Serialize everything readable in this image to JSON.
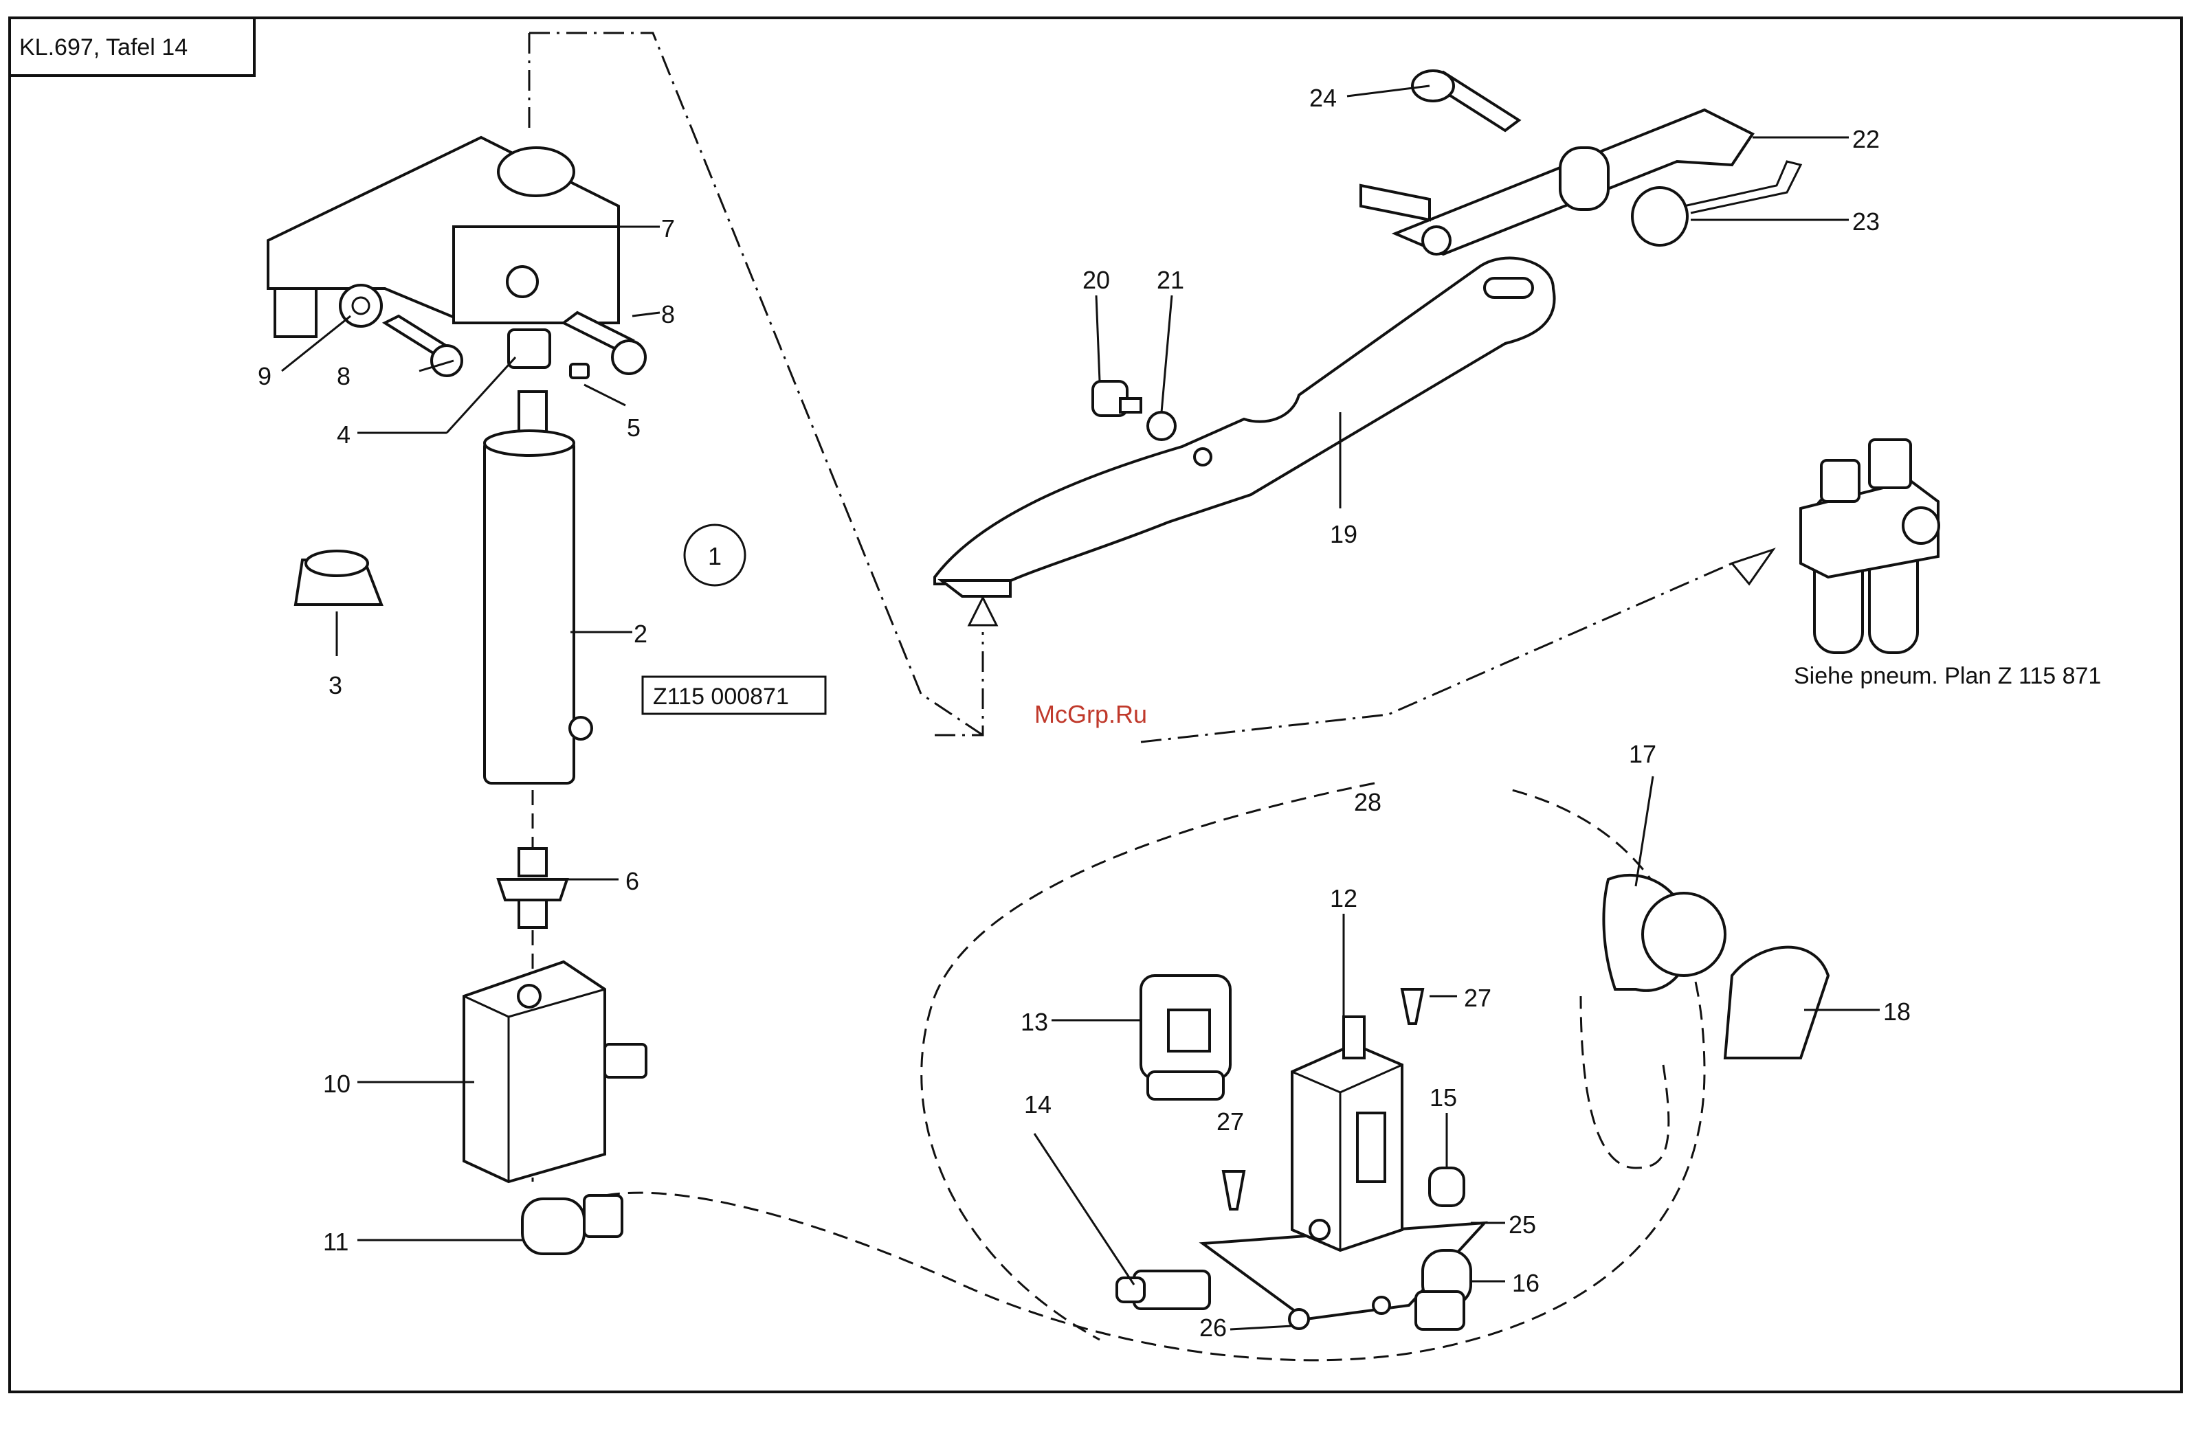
{
  "title_box": "KL.697, Tafel 14",
  "drawing_number": "Z115 000871",
  "view_marker": "1",
  "watermark": "McGrp.Ru",
  "note": "Siehe  pneum. Plan Z 115 871",
  "callouts": {
    "c1": "2",
    "c2": "3",
    "c3": "4",
    "c4": "5",
    "c5": "6",
    "c6": "7",
    "c7": "8",
    "c8": "8",
    "c9": "9",
    "c10": "10",
    "c11": "11",
    "c12": "12",
    "c13": "13",
    "c14": "14",
    "c15": "15",
    "c16": "16",
    "c17": "17",
    "c18": "18",
    "c19": "19",
    "c20": "20",
    "c21": "21",
    "c22": "22",
    "c23": "23",
    "c24": "24",
    "c25": "25",
    "c26": "26",
    "c27": "27",
    "c28": "27",
    "c29": "28"
  }
}
